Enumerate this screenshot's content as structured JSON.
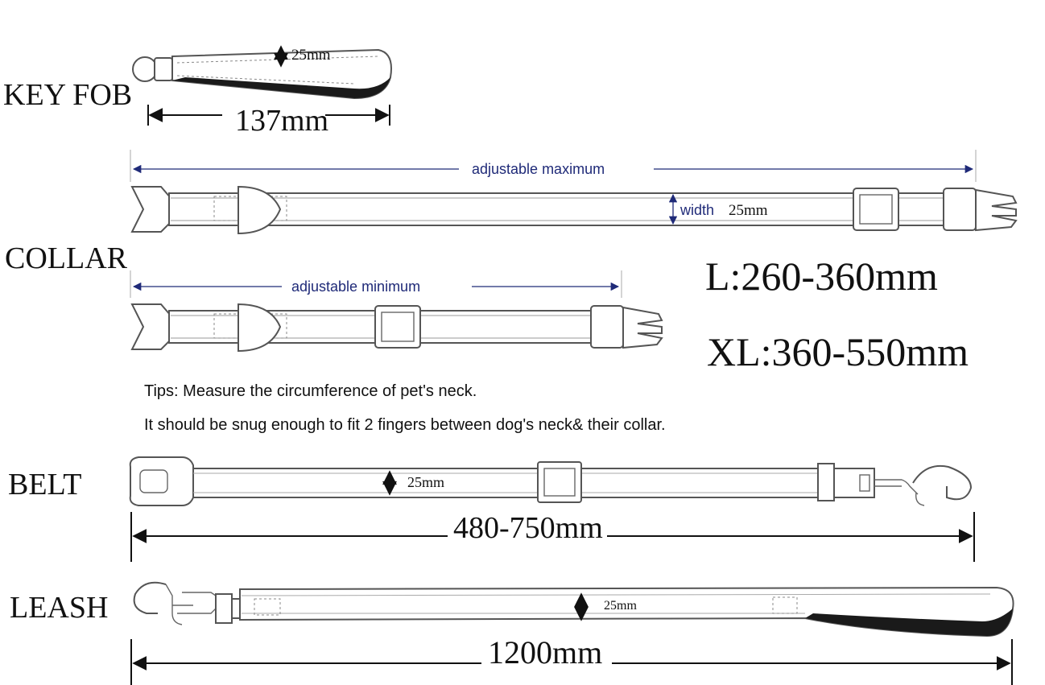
{
  "items": {
    "key_fob": {
      "label": "KEY FOB",
      "width": "25mm",
      "length": "137mm"
    },
    "collar": {
      "label": "COLLAR",
      "max_label": "adjustable maximum",
      "min_label": "adjustable minimum",
      "width_word": "width",
      "width_value": "25mm",
      "size_l": "L:260-360mm",
      "size_xl": "XL:360-550mm"
    },
    "tips": {
      "line1": "Tips: Measure the circumference of pet's neck.",
      "line2": "It should be snug enough to fit 2 fingers between dog's neck& their collar."
    },
    "belt": {
      "label": "BELT",
      "width": "25mm",
      "length": "480-750mm"
    },
    "leash": {
      "label": "LEASH",
      "width": "25mm",
      "length": "1200mm"
    }
  },
  "colors": {
    "ink": "#111111",
    "blue_text": "#1f2a78",
    "outline": "#555555",
    "handle_dark": "#1a1a1a"
  }
}
